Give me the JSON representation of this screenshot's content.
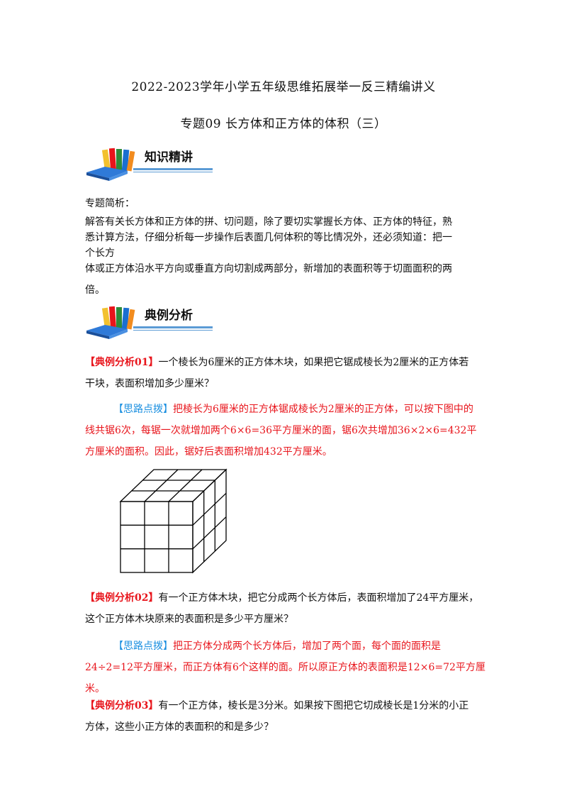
{
  "doc": {
    "title_main": "2022-2023学年小学五年级思维拓展举一反三精编讲义",
    "title_sub": "专题09 长方体和正方体的体积（三）"
  },
  "section1": {
    "heading": "知识精讲",
    "icon": "books-icon",
    "intro_label": "专题简析：",
    "para_line1": "解答有关长方体和正方体的拼、切问题，除了要切实掌握长方体、正方体的特征，熟",
    "para_line2": "悉计算方法，仔细分析每一步操作后表面几何体积的等比情况外，还必须知道：把一",
    "para_line3": "个长方",
    "para_line4": "体或正方体沿水平方向或垂直方向切割成两部分，新增加的表面积等于切面面积的两",
    "para_line5": "倍。"
  },
  "section2": {
    "heading": "典例分析",
    "icon": "books-icon"
  },
  "ex1": {
    "tag": "【典例分析01】",
    "question_l1": "一个棱长为6厘米的正方体木块，如果把它锯成棱长为2厘米的正方体若",
    "question_l2": "干块，表面积增加多少厘米？",
    "hint_tag": "【思路点拨】",
    "hint_l1": "把棱长为6厘米的正方体锯成棱长为2厘米的正方体，可以按下图中的",
    "hint_l2": "线共锯6次，每锯一次就增加两个6×6=36平方厘米的面，锯6次共增加36×2×6=432平",
    "hint_l3": "方厘米的面积。因此，锯好后表面积增加432平方厘米。"
  },
  "ex2": {
    "tag": "【典例分析02】",
    "question_l1": "有一个正方体木块，把它分成两个长方体后，表面积增加了24平方厘米，",
    "question_l2": "这个正方体木块原来的表面积是多少平方厘米？",
    "hint_tag": "【思路点拨】",
    "hint_l1": "把正方体分成两个长方体后，增加了两个面，每个面的面积是",
    "hint_l2": "24÷2=12平方厘米，而正方体有6个这样的面。所以原正方体的表面积是12×6=72平方厘",
    "hint_l3": "米。"
  },
  "ex3": {
    "tag": "【典例分析03】",
    "question_l1": "有一个正方体，棱长是3分米。如果按下图把它切成棱长是1分米的小正",
    "question_l2": "方体，这些小正方体的表面积的和是多少？"
  },
  "colors": {
    "red": "#e8141b",
    "blue": "#1a8fe0",
    "rule": "#5b9bd5"
  }
}
